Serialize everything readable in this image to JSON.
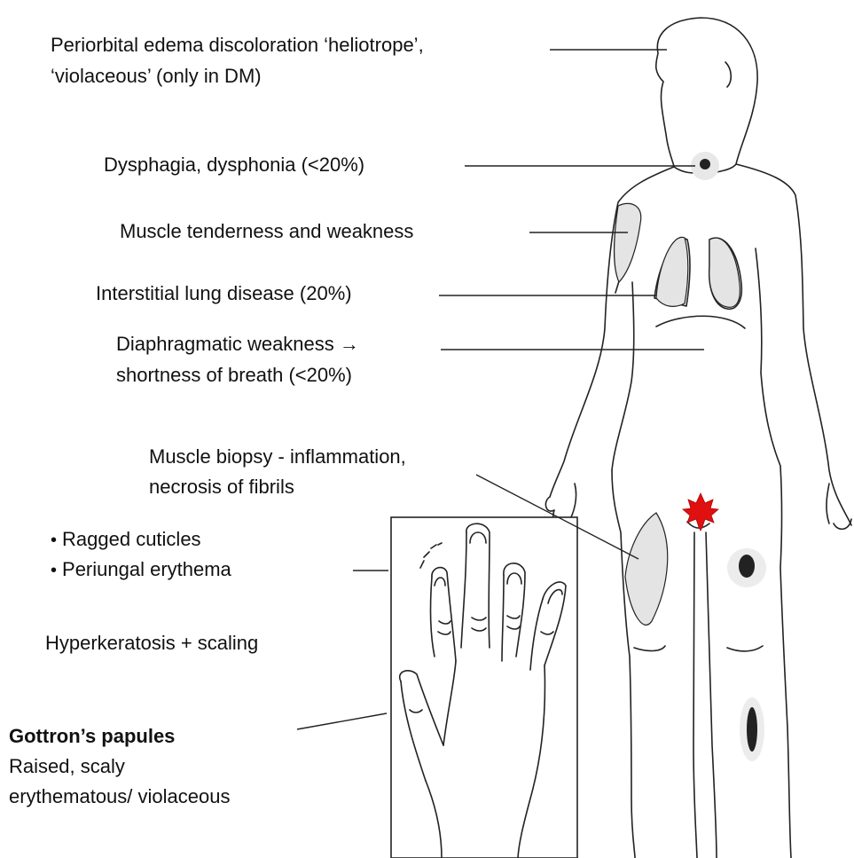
{
  "labels": {
    "periorbital_1": "Periorbital edema discoloration ‘heliotrope’,",
    "periorbital_2": "‘violaceous’ (only in DM)",
    "dysphagia": "Dysphagia, dysphonia (<20%)",
    "muscle_tenderness": "Muscle tenderness and weakness",
    "lung": "Interstitial lung disease (20%)",
    "diaphragm_1": "Diaphragmatic weakness →",
    "diaphragm_2": "shortness of breath (<20%)",
    "biopsy_1": "Muscle biopsy - inflammation,",
    "biopsy_2": "necrosis of fibrils",
    "cuticles": "Ragged cuticles",
    "erythema": "Periungal erythema",
    "hyperkeratosis": "Hyperkeratosis + scaling",
    "gottron_title": "Gottron’s papules",
    "gottron_1": "Raised, scaly",
    "gottron_2": "erythematous/  violaceous"
  },
  "colors": {
    "line": "#222222",
    "shade": "#e4e4e4",
    "lesion": "#222222",
    "maple": "#e01010"
  },
  "icons": {
    "biopsy_marker": "maple-leaf-icon"
  }
}
